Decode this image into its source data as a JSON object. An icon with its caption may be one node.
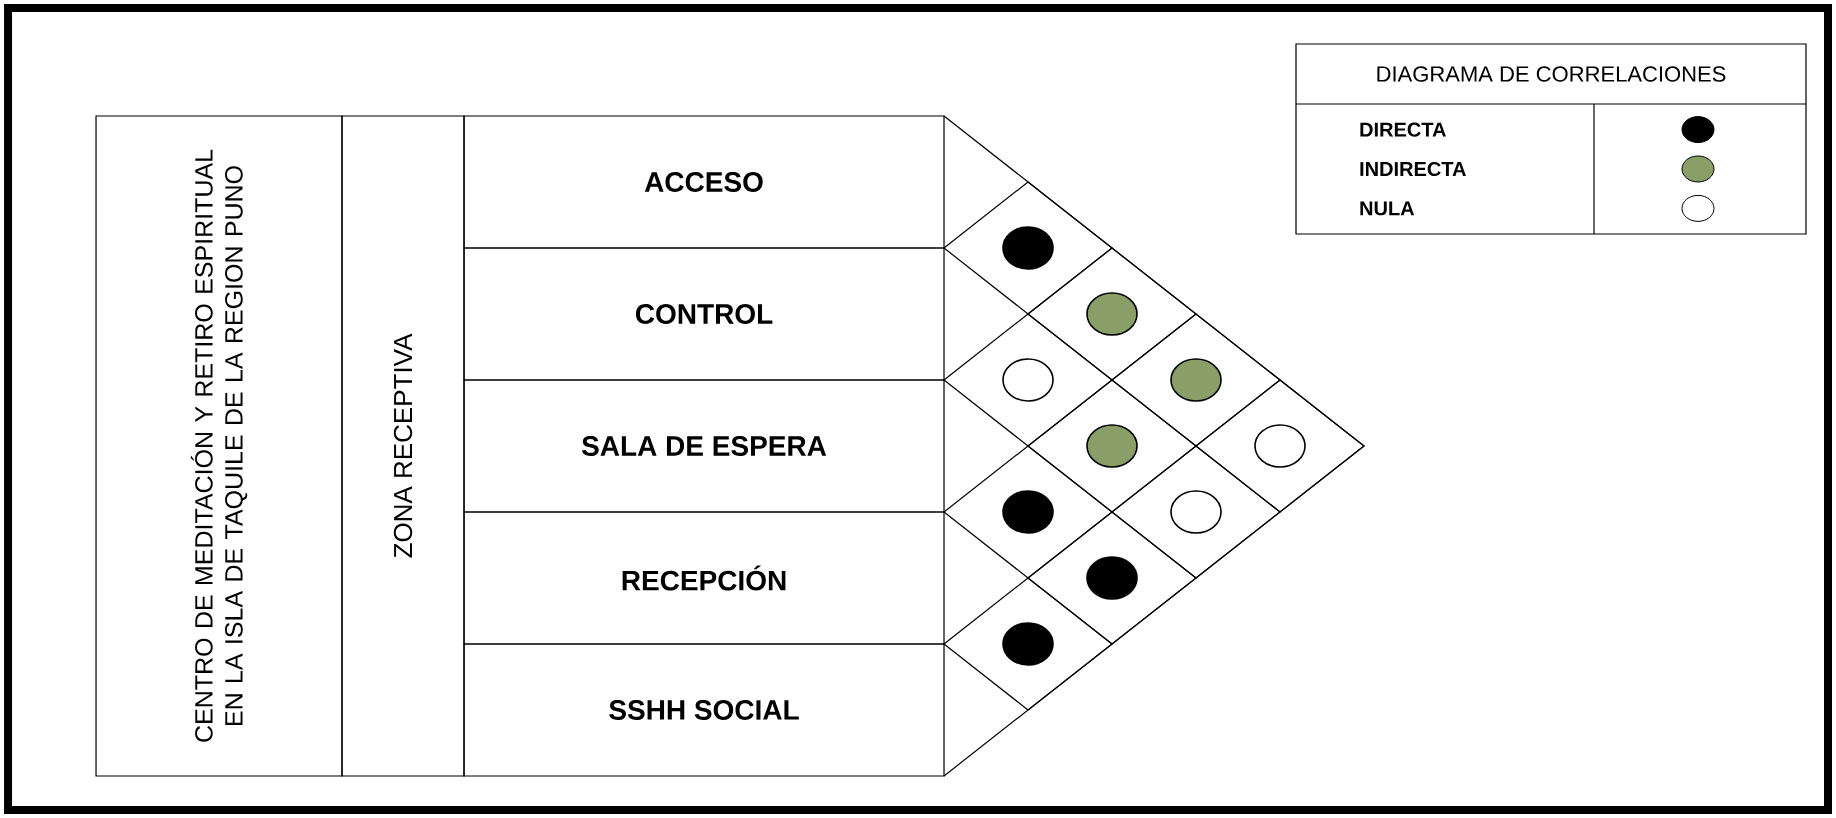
{
  "diagram": {
    "nodes": [
      {
        "text": [
          "CENTRO DE MEDITACIÓN Y RETIRO ESPIRITUAL EN LA ISLA DE TAQUILE DE LA REGION PUNO"
        ]
      },
      {
        "text": [
          "ZONA RECEPTIVA"
        ]
      },
      {
        "text": [
          "ACCESO"
        ]
      },
      {
        "text": [
          "CONTROL"
        ]
      },
      {
        "text": [
          "SALA DE ESPERA"
        ]
      },
      {
        "text": [
          "RECEPCIÓN"
        ]
      },
      {
        "text": [
          "SSHH SOCIAL"
        ]
      },
      {
        "text": [],
        "shape": "circle"
      },
      {
        "text": [],
        "shape": "circle"
      },
      {
        "text": [],
        "shape": "circle"
      },
      {
        "text": [],
        "shape": "circle"
      },
      {
        "text": [],
        "shape": "circle"
      },
      {
        "text": [],
        "shape": "circle"
      },
      {
        "text": [],
        "shape": "circle"
      },
      {
        "text": [],
        "shape": "circle"
      },
      {
        "text": [],
        "shape": "circle"
      },
      {
        "text": [],
        "shape": "circle"
      }
    ],
    "edges": [],
    "labels": [
      "DIAGRAMA DE CORRELACIONES"
    ],
    "legend": [
      {
        "text": "DIRECTA",
        "color": "#000000"
      },
      {
        "text": "INDIRECTA",
        "color": "#8a9e68"
      },
      {
        "text": "NULA"
      }
    ]
  }
}
